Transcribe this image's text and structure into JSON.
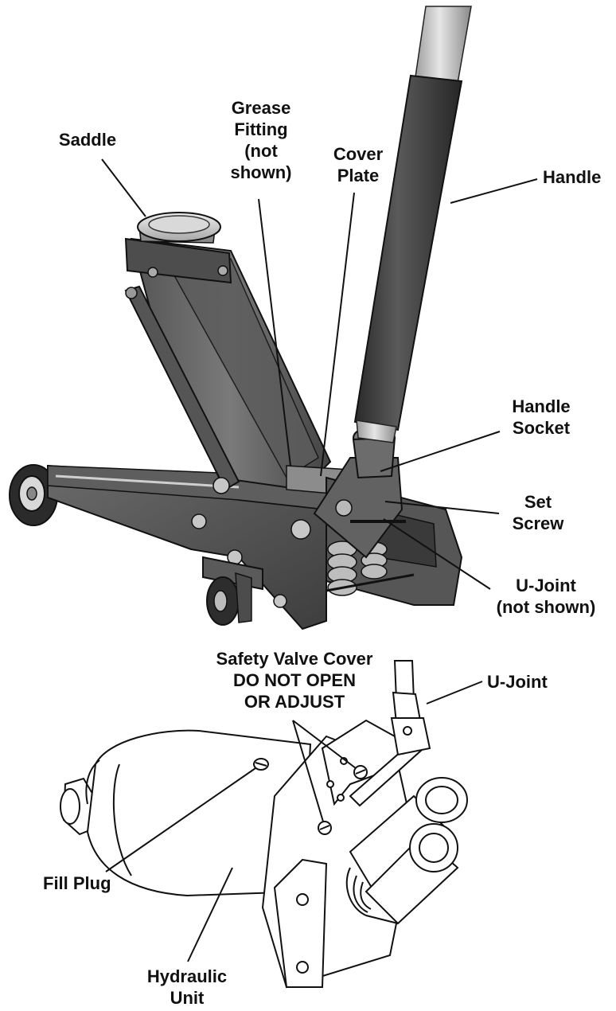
{
  "labels": {
    "saddle": "Saddle",
    "grease_fitting": "Grease\nFitting\n(not\nshown)",
    "cover_plate": "Cover\nPlate",
    "handle": "Handle",
    "handle_socket": "Handle\nSocket",
    "set_screw": "Set\nScrew",
    "u_joint_not_shown": "U-Joint\n(not shown)",
    "safety_valve_cover": "Safety Valve Cover\nDO NOT OPEN\nOR ADJUST",
    "u_joint": "U-Joint",
    "fill_plug": "Fill Plug",
    "hydraulic_unit": "Hydraulic\nUnit"
  },
  "colors": {
    "metal_dark": "#4a4a4a",
    "metal_mid": "#6e6e6e",
    "handle_grip": "#3c3c3c",
    "handle_tube": "#c8c8c8",
    "line": "#111111"
  }
}
